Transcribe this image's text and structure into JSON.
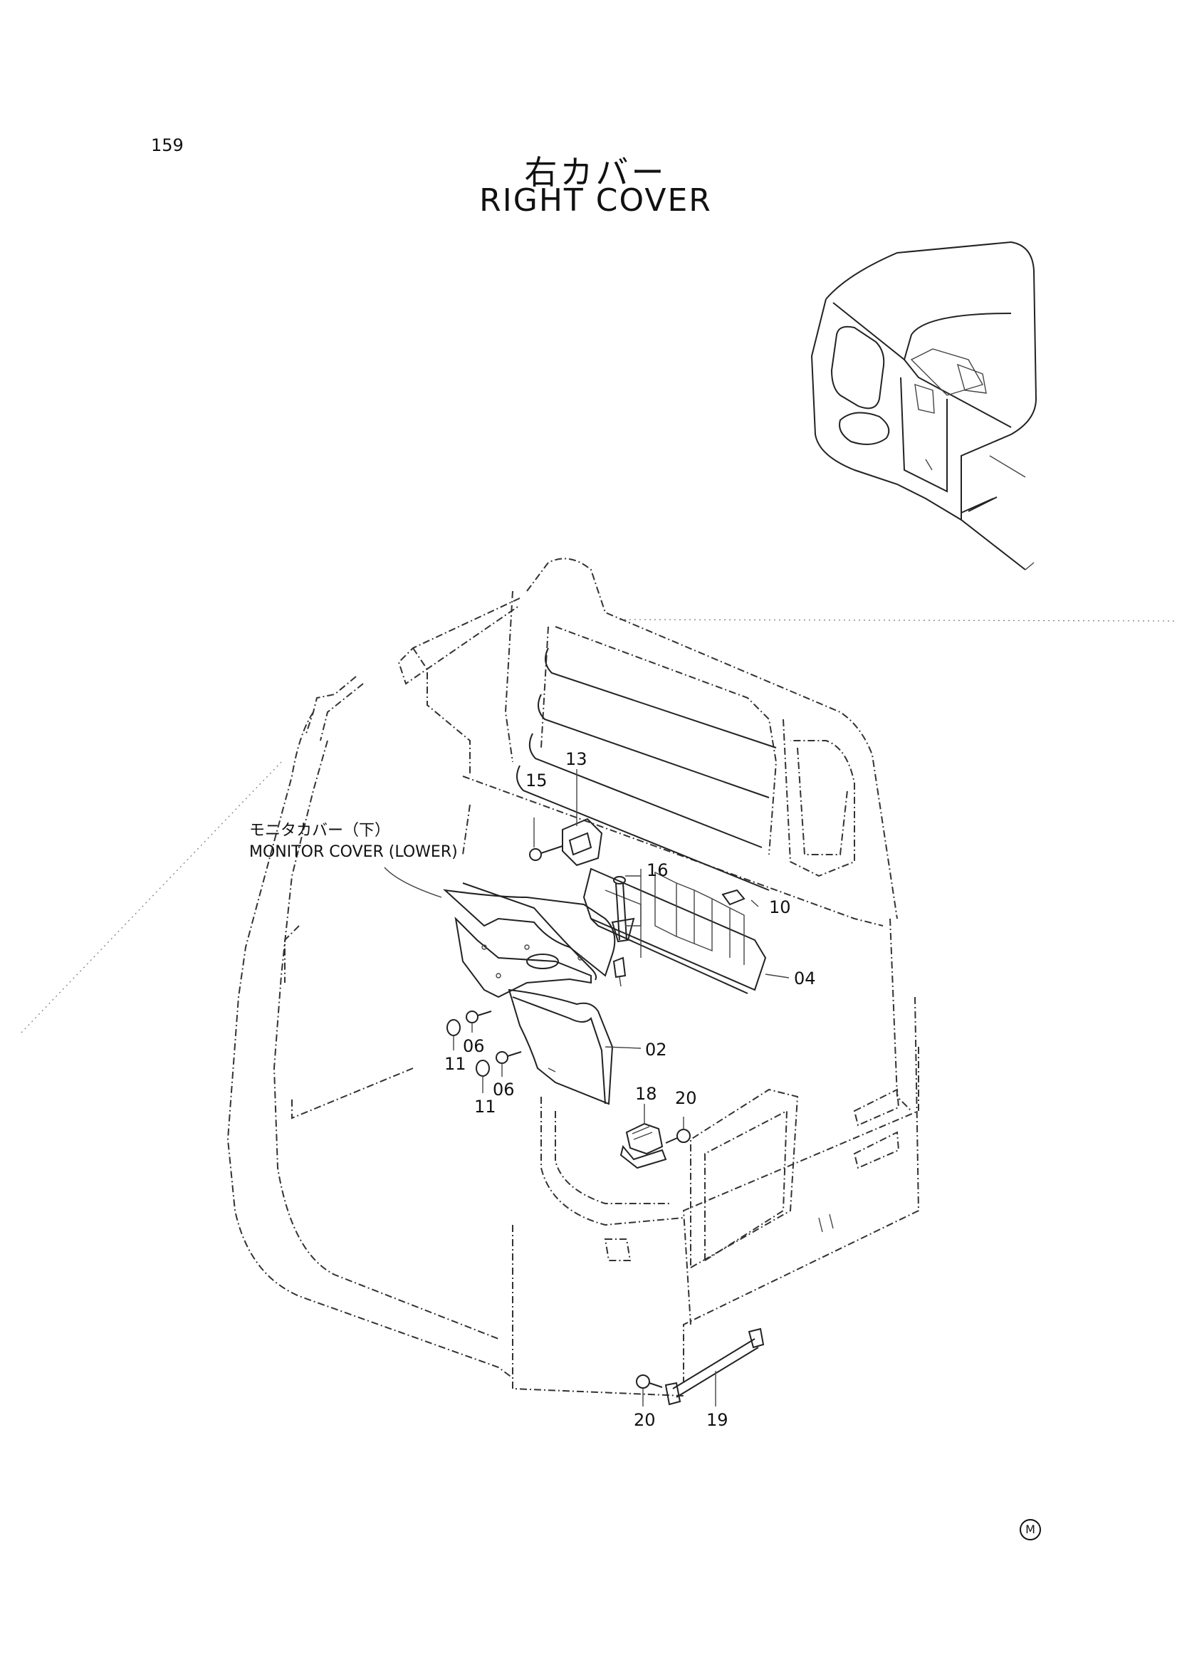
{
  "page_number": "159",
  "title_jp": "右カバー",
  "title_en": "RIGHT  COVER",
  "note": {
    "line1": "モニタカバー（下）",
    "line2": "MONITOR COVER (LOWER)"
  },
  "callouts": {
    "c13": "13",
    "c15": "15",
    "c16": "16",
    "c10": "10",
    "c04": "04",
    "c02": "02",
    "c06a": "06",
    "c11a": "11",
    "c06b": "06",
    "c11b": "11",
    "c18": "18",
    "c20a": "20",
    "c20b": "20",
    "c19": "19"
  },
  "mark": "M"
}
